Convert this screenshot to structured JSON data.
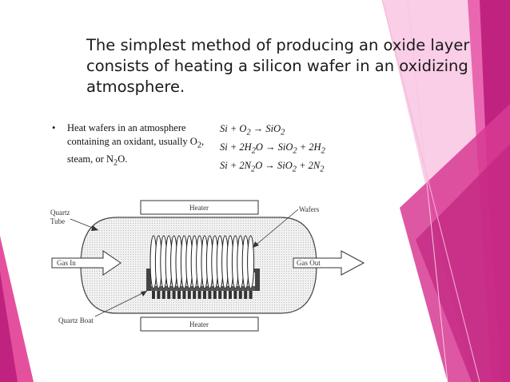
{
  "slide": {
    "title": "The simplest method of producing an oxide layer consists of heating a silicon wafer in an oxidizing atmosphere."
  },
  "figure": {
    "bullet": {
      "marker": "•",
      "text_parts": [
        "Heat wafers in an atmosphere containing an oxidant, usually O",
        "2",
        ", steam, or N",
        "2",
        "O."
      ]
    },
    "equations": [
      [
        {
          "t": "Si + O"
        },
        {
          "sub": "2"
        },
        {
          "t": " → SiO"
        },
        {
          "sub": "2"
        }
      ],
      [
        {
          "t": "Si + 2H"
        },
        {
          "sub": "2"
        },
        {
          "t": "O → SiO"
        },
        {
          "sub": "2"
        },
        {
          "t": " + 2H"
        },
        {
          "sub": "2"
        }
      ],
      [
        {
          "t": "Si + 2N"
        },
        {
          "sub": "2"
        },
        {
          "t": "O → SiO"
        },
        {
          "sub": "2"
        },
        {
          "t": " + 2N"
        },
        {
          "sub": "2"
        }
      ]
    ],
    "labels": {
      "quartz_tube_line1": "Quartz",
      "quartz_tube_line2": "Tube",
      "heater_top": "Heater",
      "heater_bottom": "Heater",
      "wafers": "Wafers",
      "gas_in": "Gas In",
      "gas_out": "Gas Out",
      "quartz_boat": "Quartz Boat"
    }
  },
  "colors": {
    "accent_magenta": "#c0237f",
    "accent_pink": "#e967b0",
    "accent_light_pink": "#f4a6d2"
  }
}
